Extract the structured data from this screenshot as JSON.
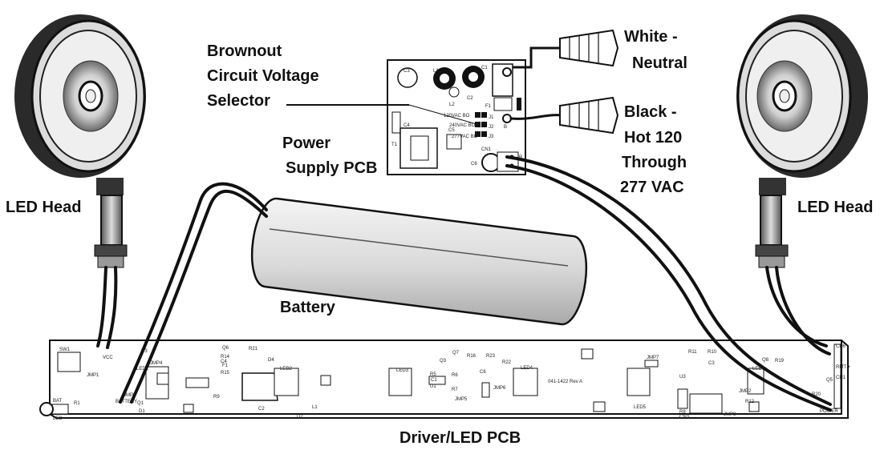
{
  "labels": {
    "brownout": [
      "Brownout",
      "Circuit Voltage",
      "Selector"
    ],
    "power_supply": [
      "Power",
      "Supply PCB"
    ],
    "white": [
      "White -",
      "Neutral"
    ],
    "black": [
      "Black -",
      "Hot 120",
      "Through",
      "277 VAC"
    ],
    "led_head_left": "LED Head",
    "led_head_right": "LED Head",
    "battery": "Battery",
    "driver": "Driver/LED PCB"
  },
  "power_pcb": {
    "parts": [
      "C3",
      "L1",
      "C1",
      "L2",
      "C2",
      "F1",
      "C4",
      "T1",
      "C5",
      "C6",
      "CN1",
      "J1",
      "J2",
      "J3",
      "B",
      "R"
    ],
    "jumpers": [
      "120VAC BO",
      "240VAC BO",
      "277VAC BO"
    ]
  },
  "driver_pcb": {
    "parts": [
      "SW1",
      "JMP1",
      "VCC",
      "R1",
      "BAT",
      "LED",
      "BATTERY",
      "D3",
      "JMP4",
      "LED1",
      "JMP3",
      "Q1",
      "D1",
      "Q6",
      "R14",
      "C4",
      "F1",
      "R15",
      "R21",
      "D4",
      "R9",
      "C2",
      "LED2",
      "D2",
      "L1",
      "Q7",
      "R16",
      "R23",
      "R22",
      "Q3",
      "R5",
      "C1",
      "R6",
      "C6",
      "U1",
      "R7",
      "JMP5",
      "JMP6",
      "LED3",
      "LED4",
      "041-1422 Rev A",
      "JMP7",
      "LED5",
      "R11",
      "R10",
      "U3",
      "C3",
      "Q8",
      "R19",
      "LED6",
      "Q5",
      "R12",
      "R20",
      "CN6",
      "CN1",
      "RMT +",
      "POWER",
      "R8",
      "CN3",
      "JMP8",
      "JMP2"
    ]
  }
}
